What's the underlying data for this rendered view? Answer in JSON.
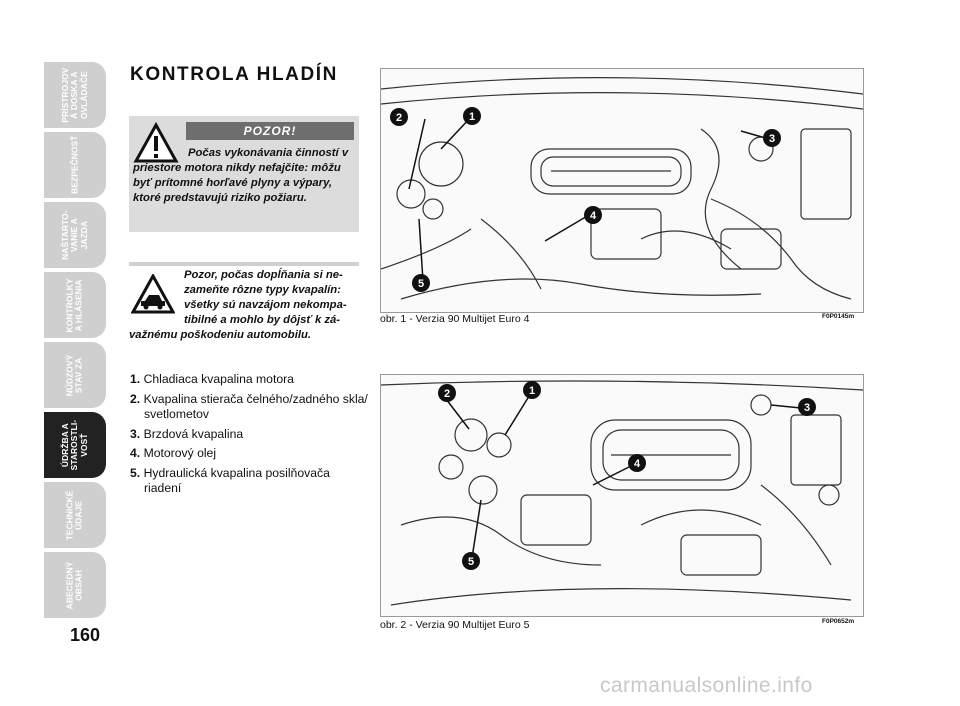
{
  "sidebar": {
    "tabs": [
      {
        "label": "PRÍSTROJOV\nÁ DOSKA A\nOVLÁDAČE",
        "active": false
      },
      {
        "label": "BEZPEČNOSŤ",
        "active": false
      },
      {
        "label": "NAŠTARTO-\nVANIE A\nJAZDA",
        "active": false
      },
      {
        "label": "KONTROLKY\nA HLÁSENIA",
        "active": false
      },
      {
        "label": "NÚDZOVÝ\nSTAV ZA",
        "active": false
      },
      {
        "label": "ÚDRŽBA A\nSTAROSTLI-\nVOSŤ",
        "active": true
      },
      {
        "label": "TECHNICKÉ\nÚDAJE",
        "active": false
      },
      {
        "label": "ABECEDNÝ\nOBSAH",
        "active": false
      }
    ]
  },
  "page_number": "160",
  "page_title": "KONTROLA HLADÍN",
  "warning": {
    "header": "POZOR!",
    "text": "Počas vykonávania činností v priestore motora nikdy nefajčite: môžu byť prítomné horľavé plyny a výpary, ktoré predstavujú riziko požiaru."
  },
  "caution": {
    "line1": "Pozor, počas dopĺňania si ne-",
    "line2": "zameňte rôzne typy kvapalín:",
    "line3": "všetky sú navzájom nekompa-",
    "line4": "tibilné a mohlo by dôjsť k zá-",
    "line5": "važnému poškodeniu automobilu."
  },
  "items": [
    {
      "num": "1.",
      "text": "Chladiaca kvapalina motora"
    },
    {
      "num": "2.",
      "text": "Kvapalina stierača čelného/zadného skla/ svetlometov"
    },
    {
      "num": "3.",
      "text": "Brzdová kvapalina"
    },
    {
      "num": "4.",
      "text": "Motorový olej"
    },
    {
      "num": "5.",
      "text": "Hydraulická kvapalina posilňovača riadení"
    }
  ],
  "figures": [
    {
      "caption": "obr. 1 - Verzia 90 Multijet Euro 4",
      "code": "F0P0145m",
      "labels": [
        "1",
        "2",
        "3",
        "4",
        "5"
      ]
    },
    {
      "caption": "obr. 2 - Verzia 90 Multijet Euro 5",
      "code": "F0P0652m",
      "labels": [
        "1",
        "2",
        "3",
        "4",
        "5"
      ]
    }
  ],
  "watermark": "carmanualsonline.info"
}
